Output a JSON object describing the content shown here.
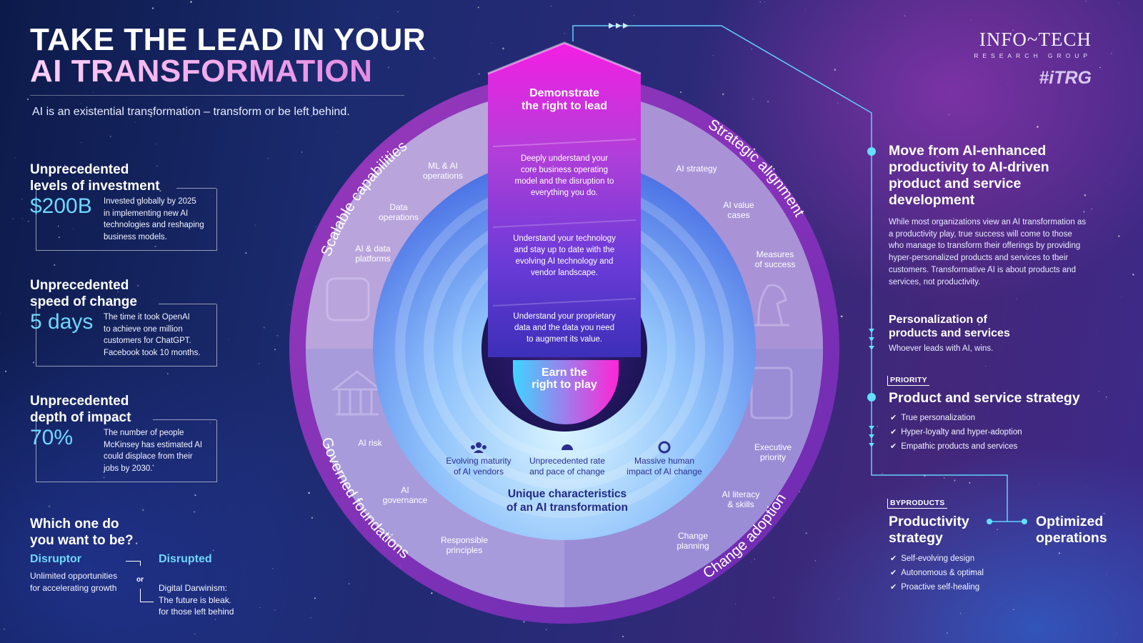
{
  "header": {
    "title_line1": "TAKE THE LEAD IN YOUR",
    "title_line2": "AI TRANSFORMATION",
    "subtitle": "AI is an existential transformation – transform or be left behind."
  },
  "stats": [
    {
      "head1": "Unprecedented",
      "head2": "levels of investment",
      "value": "$200B",
      "desc": [
        "Invested globally by 2025",
        "in implementing new AI",
        "technologies and reshaping",
        "business models."
      ]
    },
    {
      "head1": "Unprecedented",
      "head2": "speed of change",
      "value": "5 days",
      "desc": [
        "The time it took OpenAI",
        "to achieve one million",
        "customers for ChatGPT.",
        "Facebook took 10 months."
      ]
    },
    {
      "head1": "Unprecedented",
      "head2": "depth of impact",
      "value": "70%",
      "desc": [
        "The number of people",
        "McKinsey has estimated AI",
        "could displace from their",
        "jobs by 2030."
      ]
    }
  ],
  "which": {
    "line1": "Which one do",
    "line2": "you want to be?",
    "disruptor": "Disruptor",
    "disruptor_text": [
      "Unlimited opportunities",
      "for accelerating growth"
    ],
    "or": "or",
    "disrupted": "Disrupted",
    "disrupted_text": [
      "Digital Darwinism:",
      "The future is bleak",
      "for those left behind"
    ]
  },
  "logo": {
    "line1": "INFO~TECH",
    "line2": "RESEARCH GROUP",
    "line3": "#iTRG"
  },
  "diagram": {
    "quadrants": {
      "top_left": "Scalable capabilities",
      "top_right": "Strategic alignment",
      "bottom_left": "Governed foundations",
      "bottom_right": "Change adoption"
    },
    "items": {
      "ml_ai_ops": [
        "ML & AI",
        "operations"
      ],
      "data_ops": [
        "Data",
        "operations"
      ],
      "ai_platforms": [
        "AI & data",
        "platforms"
      ],
      "ai_strategy": [
        "AI strategy"
      ],
      "ai_value": [
        "AI value",
        "cases"
      ],
      "measures": [
        "Measures",
        "of success"
      ],
      "ai_risk": [
        "AI risk"
      ],
      "ai_gov": [
        "AI",
        "governance"
      ],
      "principles": [
        "Responsible",
        "principles"
      ],
      "exec_priority": [
        "Executive",
        "priority"
      ],
      "literacy": [
        "AI literacy",
        "& skills"
      ],
      "change_planning": [
        "Change",
        "planning"
      ]
    },
    "pillar": {
      "top": [
        "Demonstrate",
        "the right to lead"
      ],
      "band1": [
        "Deeply understand your",
        "core business operating",
        "model and the disruption to",
        "everything you do."
      ],
      "band2": [
        "Understand your technology",
        "and stay up to date with the",
        "evolving AI technology and",
        "vendor landscape."
      ],
      "band3": [
        "Understand your proprietary",
        "data and the data you need",
        "to augment its value."
      ],
      "base": [
        "Earn the",
        "right to play"
      ]
    },
    "characteristics": [
      {
        "icon": "people-icon",
        "text": [
          "Evolving maturity",
          "of AI vendors"
        ]
      },
      {
        "icon": "speedometer-icon",
        "text": [
          "Unprecedented rate",
          "and pace of change"
        ]
      },
      {
        "icon": "lifebuoy-icon",
        "text": [
          "Massive human",
          "impact of AI change"
        ]
      }
    ],
    "center_title": [
      "Unique characteristics",
      "of an AI transformation"
    ]
  },
  "right": {
    "main_head": [
      "Move from AI-enhanced",
      "productivity to AI-driven",
      "product and service",
      "development"
    ],
    "main_body": [
      "While most organizations view an AI transformation as",
      "a productivity play, true success will come to those",
      "who manage to transform their offerings by providing",
      "hyper-personalized products and services to their",
      "customers. Transformative AI is about products and",
      "services, not productivity."
    ],
    "personal_head": [
      "Personalization of",
      "products and services"
    ],
    "personal_body": "Whoever leads with AI, wins.",
    "priority_tag": "PRIORITY",
    "priority_head": "Product and service strategy",
    "priority_items": [
      "True personalization",
      "Hyper-loyalty and hyper-adoption",
      "Empathic products and services"
    ],
    "byproducts_tag": "BYPRODUCTS",
    "byproducts_head": [
      "Productivity",
      "strategy"
    ],
    "byproducts_items": [
      "Self-evolving design",
      "Autonomous & optimal",
      "Proactive self-healing"
    ],
    "optimized": [
      "Optimized",
      "operations"
    ]
  },
  "colors": {
    "accent_cyan": "#6fd8ff",
    "accent_magenta": "#e81ee6",
    "accent_purple": "#7c3cd8"
  }
}
